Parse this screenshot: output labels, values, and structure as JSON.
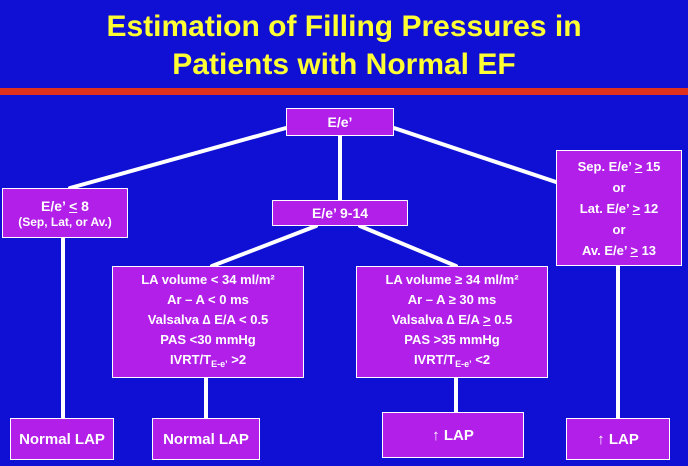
{
  "title": {
    "line1": "Estimation of Filling Pressures in",
    "line2": "Patients with Normal EF"
  },
  "nodes": {
    "root": "E/e’",
    "low": {
      "line1_prefix": "E/e’ ",
      "line1_op": "<",
      "line1_value": " 8",
      "line2": "(Sep, Lat, or Av.)"
    },
    "middle": "E/e’ 9-14",
    "high": {
      "lines": [
        {
          "prefix": "Sep. E/e’ ",
          "op": ">",
          "value": " 15"
        },
        {
          "text": "or"
        },
        {
          "prefix": "Lat. E/e’ ",
          "op": ">",
          "value": " 12"
        },
        {
          "text": "or"
        },
        {
          "prefix": "Av. E/e’ ",
          "op": ">",
          "value": " 13"
        }
      ]
    },
    "normal_criteria": {
      "line1": "LA volume < 34 ml/m²",
      "line2": "Ar – A < 0 ms",
      "line3": "Valsalva ∆ E/A < 0.5",
      "line4": "PAS <30 mmHg",
      "line5_prefix": "IVRT/T",
      "line5_sub": "E-e’",
      "line5_suffix": " >2"
    },
    "elevated_criteria": {
      "line1": "LA volume  ≥ 34 ml/m²",
      "line2": "Ar – A ≥ 30 ms",
      "line3_prefix": "Valsalva ∆ E/A ",
      "line3_op": ">",
      "line3_value": " 0.5",
      "line4": "PAS >35 mmHg",
      "line5_prefix": "IVRT/T",
      "line5_sub": "E-e’",
      "line5_suffix": " <2"
    },
    "leaves": {
      "normal_lap_1": "Normal LAP",
      "normal_lap_2": "Normal LAP",
      "increased_lap_1": "↑ LAP",
      "increased_lap_2": "↑ LAP"
    }
  },
  "colors": {
    "background": "#0f10d4",
    "title": "#ffff33",
    "rule": "#e0301e",
    "box": "#b21fe8",
    "connector": "#ffffff"
  }
}
